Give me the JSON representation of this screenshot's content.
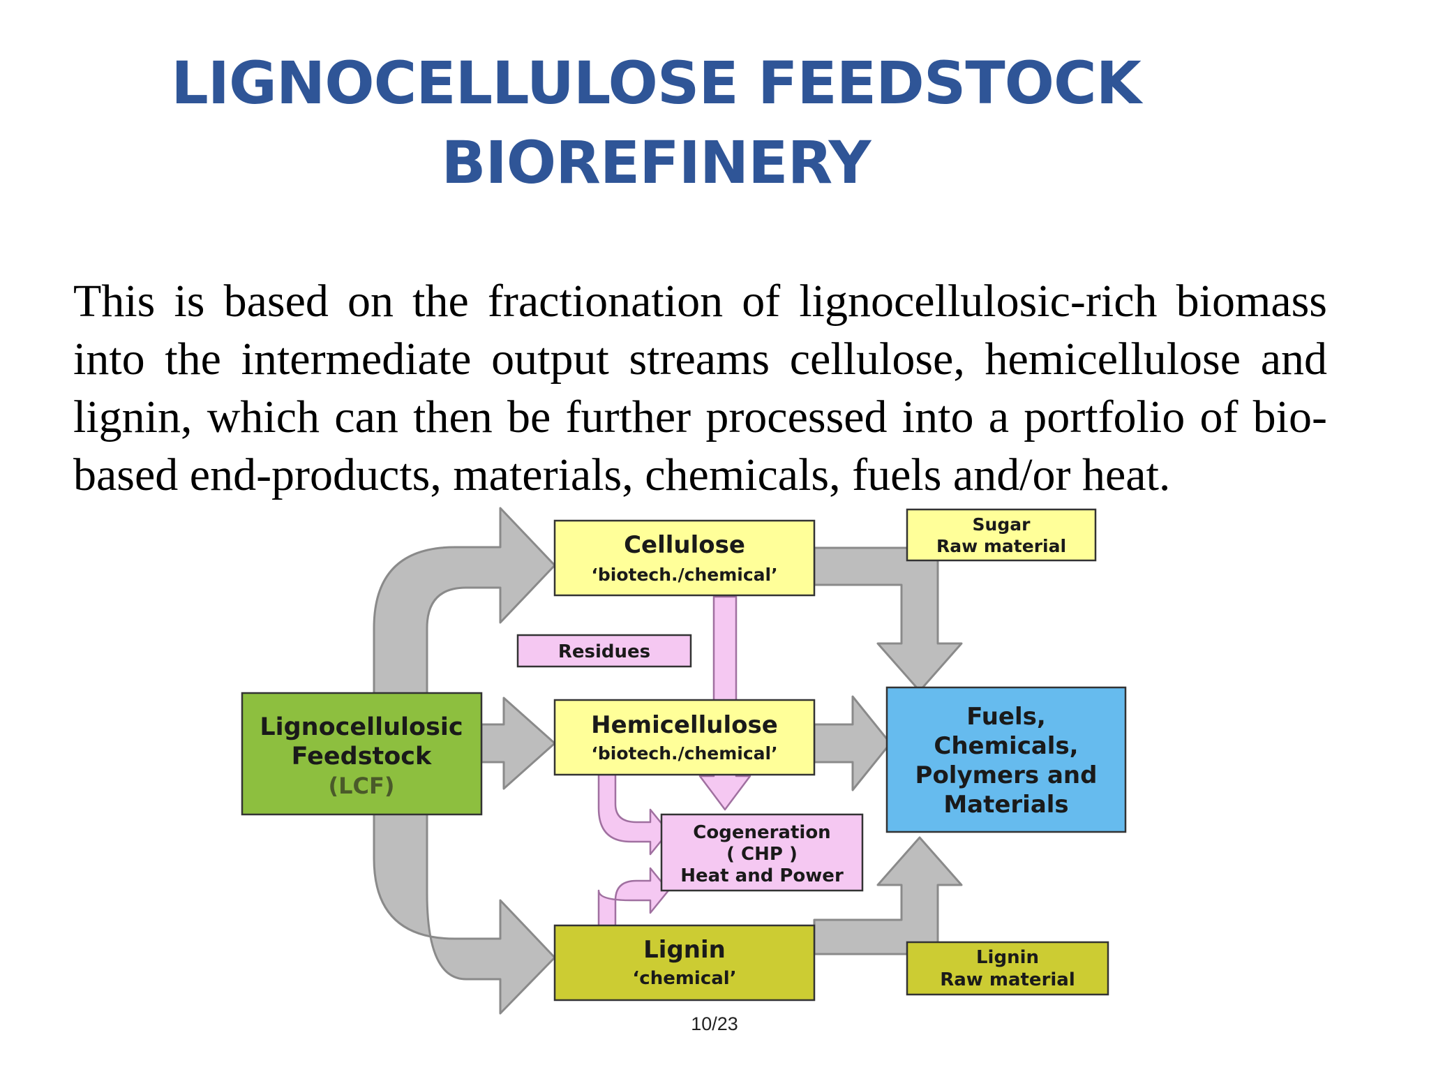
{
  "slide": {
    "title_line1": "LIGNOCELLULOSE FEEDSTOCK",
    "title_line2": "BIOREFINERY",
    "body": "This is based on the fractionation of lignocellulosic-rich biomass into the intermediate output streams cellulose, hemicellulose and lignin, which can then be further processed into a portfolio of bio-based end-products, materials, chemicals, fuels and/or heat.",
    "page_number": "10/23"
  },
  "diagram": {
    "feedstock": {
      "line1": "Lignocellulosic",
      "line2": "Feedstock",
      "line3": "(LCF)"
    },
    "cellulose": {
      "name": "Cellulose",
      "sub": "‘biotech./chemical’"
    },
    "hemicellulose": {
      "name": "Hemicellulose",
      "sub": "‘biotech./chemical’"
    },
    "lignin": {
      "name": "Lignin",
      "sub": "‘chemical’"
    },
    "residues": "Residues",
    "cogeneration": {
      "line1": "Cogeneration",
      "line2": "( CHP )",
      "line3": "Heat and Power"
    },
    "sugar": {
      "line1": "Sugar",
      "line2": "Raw material"
    },
    "lignin_raw": {
      "line1": "Lignin",
      "line2": "Raw material"
    },
    "products": {
      "line1": "Fuels,",
      "line2": "Chemicals,",
      "line3": "Polymers and",
      "line4": "Materials"
    },
    "colors": {
      "feedstock": "#8dbf3f",
      "yellow_box": "#ffff99",
      "lignin_box": "#cccc33",
      "pink": "#f5c8f2",
      "blue": "#66bbee",
      "arrow_gray": "#bdbdbd",
      "title": "#2f5597"
    }
  }
}
